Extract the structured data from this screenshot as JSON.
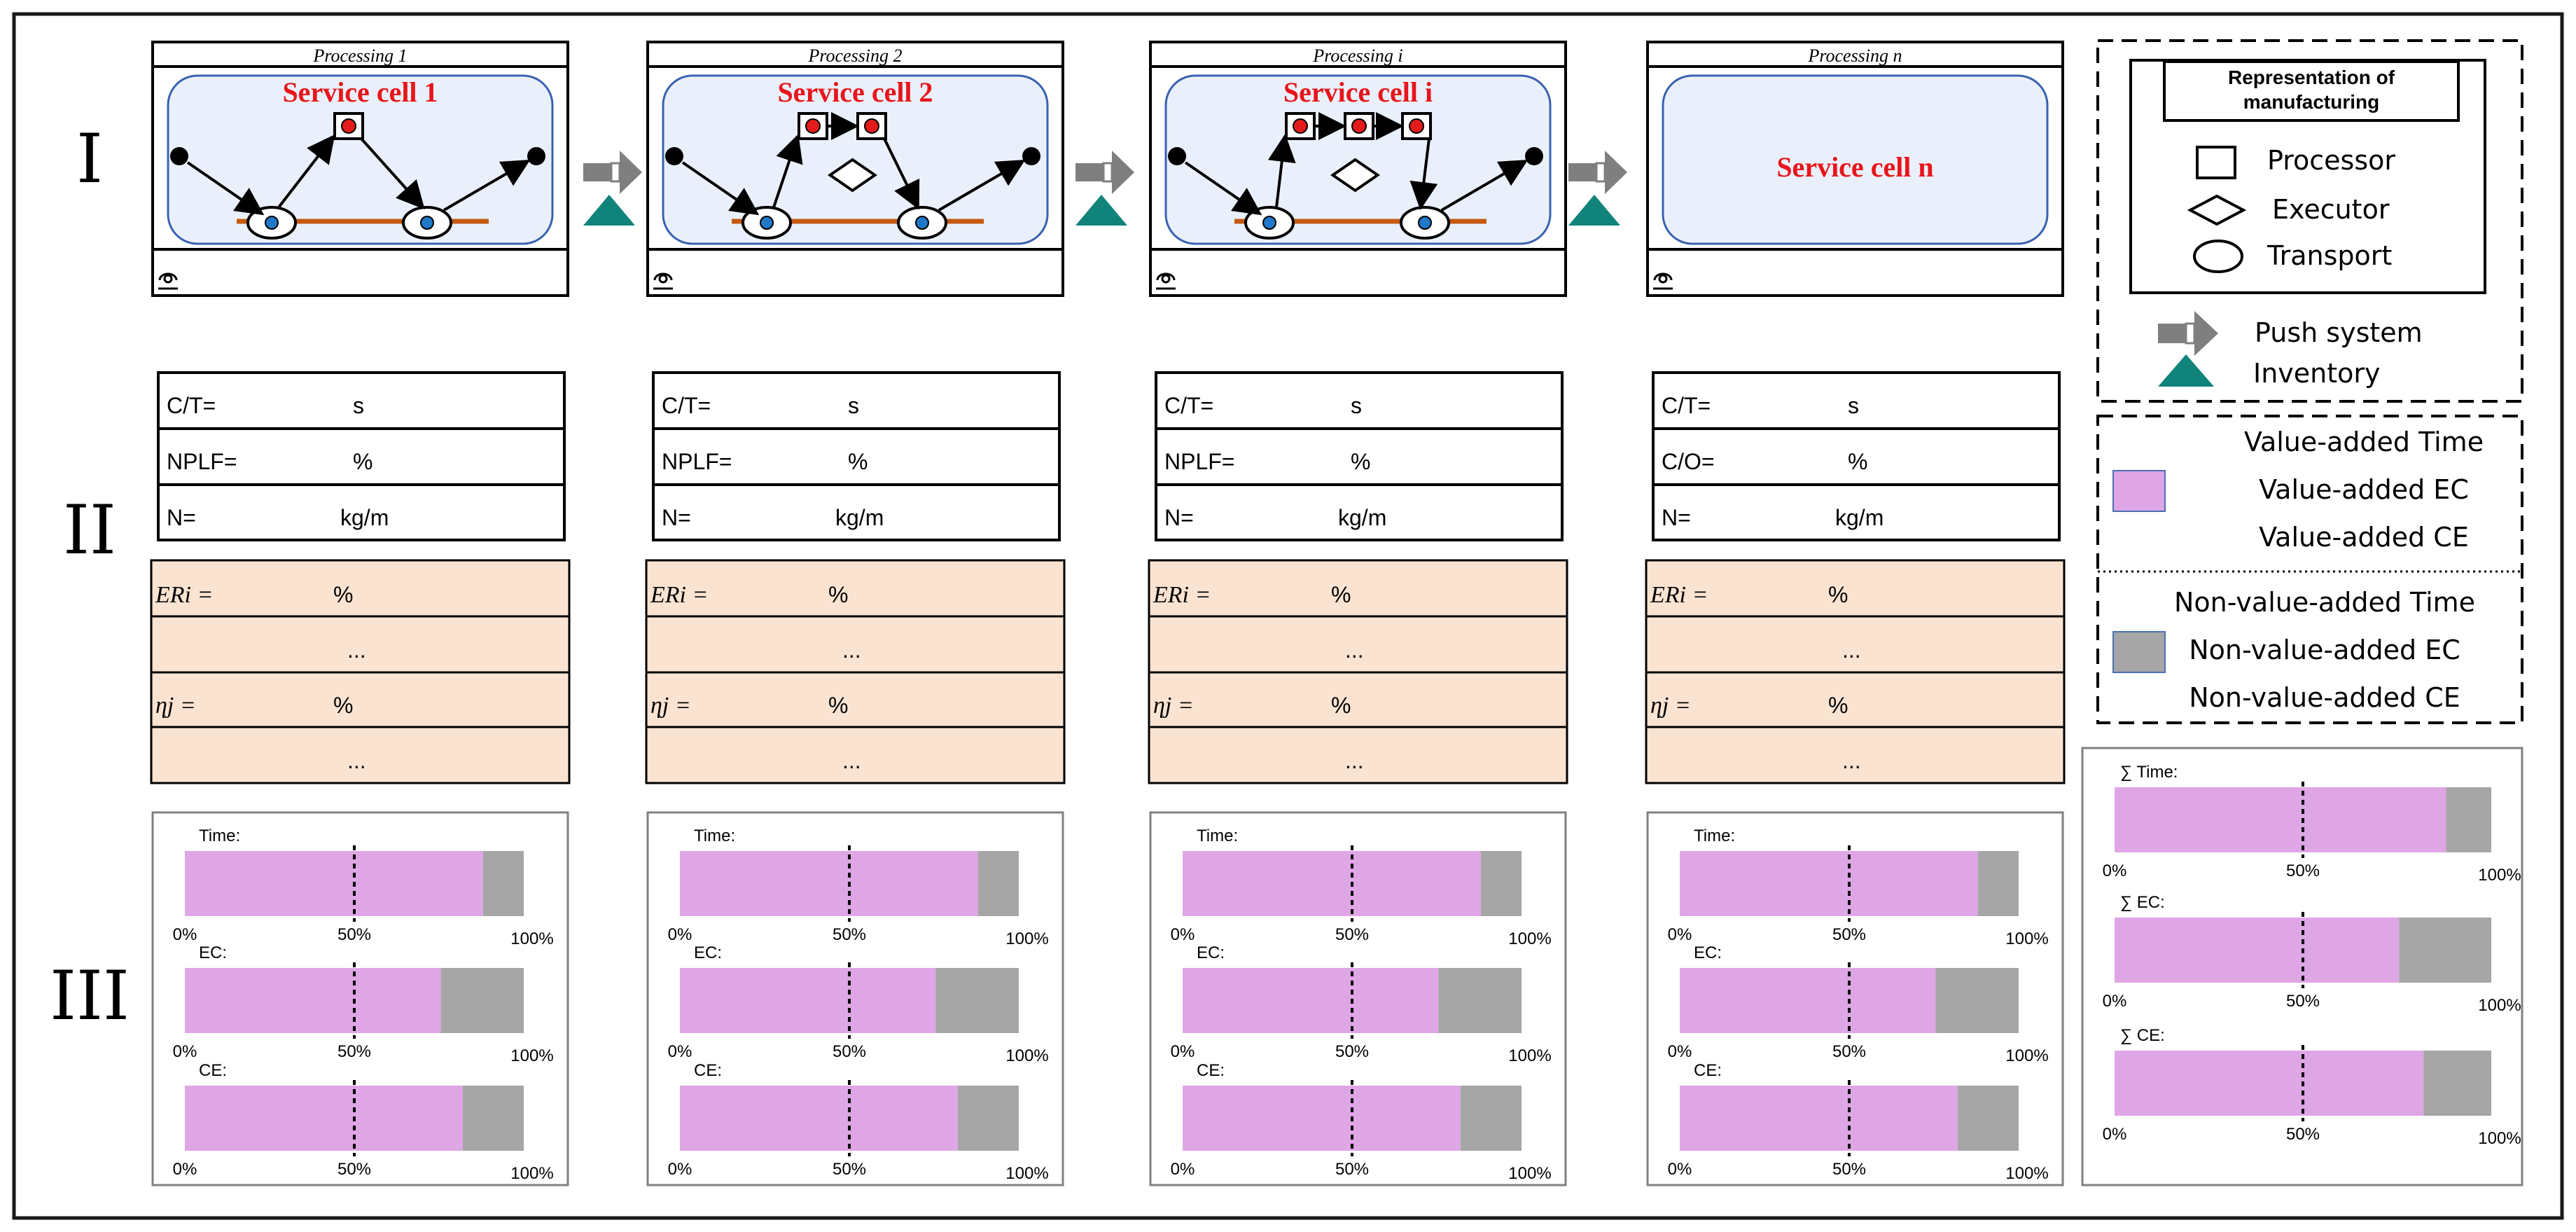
{
  "row_labels": [
    "I",
    "II",
    "III"
  ],
  "processes": [
    {
      "header": "Processing 1",
      "service_cell": "Service cell  1",
      "params": [
        {
          "label": "C/T=",
          "unit": "s"
        },
        {
          "label": "NPLF=",
          "unit": "%"
        },
        {
          "label": "N=",
          "unit": "kg/m"
        }
      ],
      "env": [
        {
          "label": "ERi =",
          "unit": "%"
        },
        {
          "label": "",
          "unit": "..."
        },
        {
          "label": "ηj =",
          "unit": "%"
        },
        {
          "label": "",
          "unit": "..."
        }
      ],
      "bars": [
        {
          "label": "Time:",
          "value_added": 0.88
        },
        {
          "label": "EC:",
          "value_added": 0.755
        },
        {
          "label": "CE:",
          "value_added": 0.82
        }
      ]
    },
    {
      "header": "Processing 2",
      "service_cell": "Service cell  2",
      "params": [
        {
          "label": "C/T=",
          "unit": "s"
        },
        {
          "label": "NPLF=",
          "unit": "%"
        },
        {
          "label": "N=",
          "unit": "kg/m"
        }
      ],
      "env": [
        {
          "label": "ERi =",
          "unit": "%"
        },
        {
          "label": "",
          "unit": "..."
        },
        {
          "label": "ηj =",
          "unit": "%"
        },
        {
          "label": "",
          "unit": "..."
        }
      ],
      "bars": [
        {
          "label": "Time:",
          "value_added": 0.88
        },
        {
          "label": "EC:",
          "value_added": 0.755
        },
        {
          "label": "CE:",
          "value_added": 0.82
        }
      ]
    },
    {
      "header": "Processing i",
      "service_cell": "Service cell  i",
      "params": [
        {
          "label": "C/T=",
          "unit": "s"
        },
        {
          "label": "NPLF=",
          "unit": "%"
        },
        {
          "label": "N=",
          "unit": "kg/m"
        }
      ],
      "env": [
        {
          "label": "ERi =",
          "unit": "%"
        },
        {
          "label": "",
          "unit": "..."
        },
        {
          "label": "ηj =",
          "unit": "%"
        },
        {
          "label": "",
          "unit": "..."
        }
      ],
      "bars": [
        {
          "label": "Time:",
          "value_added": 0.88
        },
        {
          "label": "EC:",
          "value_added": 0.755
        },
        {
          "label": "CE:",
          "value_added": 0.82
        }
      ]
    },
    {
      "header": "Processing n",
      "service_cell": "Service cell  n",
      "params": [
        {
          "label": "C/T=",
          "unit": "s"
        },
        {
          "label": "C/O=",
          "unit": "%"
        },
        {
          "label": "N=",
          "unit": "kg/m"
        }
      ],
      "env": [
        {
          "label": "ERi =",
          "unit": "%"
        },
        {
          "label": "",
          "unit": "..."
        },
        {
          "label": "ηj =",
          "unit": "%"
        },
        {
          "label": "",
          "unit": "..."
        }
      ],
      "bars": [
        {
          "label": "Time:",
          "value_added": 0.88
        },
        {
          "label": "EC:",
          "value_added": 0.755
        },
        {
          "label": "CE:",
          "value_added": 0.82
        }
      ]
    }
  ],
  "axis_ticks": [
    "0%",
    "50%",
    "100%"
  ],
  "summary": {
    "bars": [
      {
        "label": "∑ Time:",
        "value_added": 0.88
      },
      {
        "label": "∑ EC:",
        "value_added": 0.755
      },
      {
        "label": "∑ CE:",
        "value_added": 0.82
      }
    ]
  },
  "legend": {
    "title": "Representation of manufacturing",
    "title_lines": [
      "Representation of",
      "manufacturing"
    ],
    "processor": "Processor",
    "executor": "Executor",
    "transport": "Transport",
    "push_system": "Push system",
    "inventory": "Inventory",
    "value_added": [
      "Value-added Time",
      "Value-added EC",
      "Value-added CE"
    ],
    "non_value_added": [
      "Non-value-added Time",
      "Non-value-added EC",
      "Non-value-added CE"
    ]
  },
  "colors": {
    "value_added": "#dfa6e6",
    "non_value_added": "#a6a6a6",
    "env_fill": "#fbe3d2",
    "service_cell_fill": "#eaf0fb",
    "service_cell_border": "#3b62b0",
    "transport_line": "#c55a11",
    "red_node": "#e31b1b",
    "blue_node": "#1f78c8",
    "inventory": "#10837a",
    "push_arrow": "#7f7f7f"
  }
}
